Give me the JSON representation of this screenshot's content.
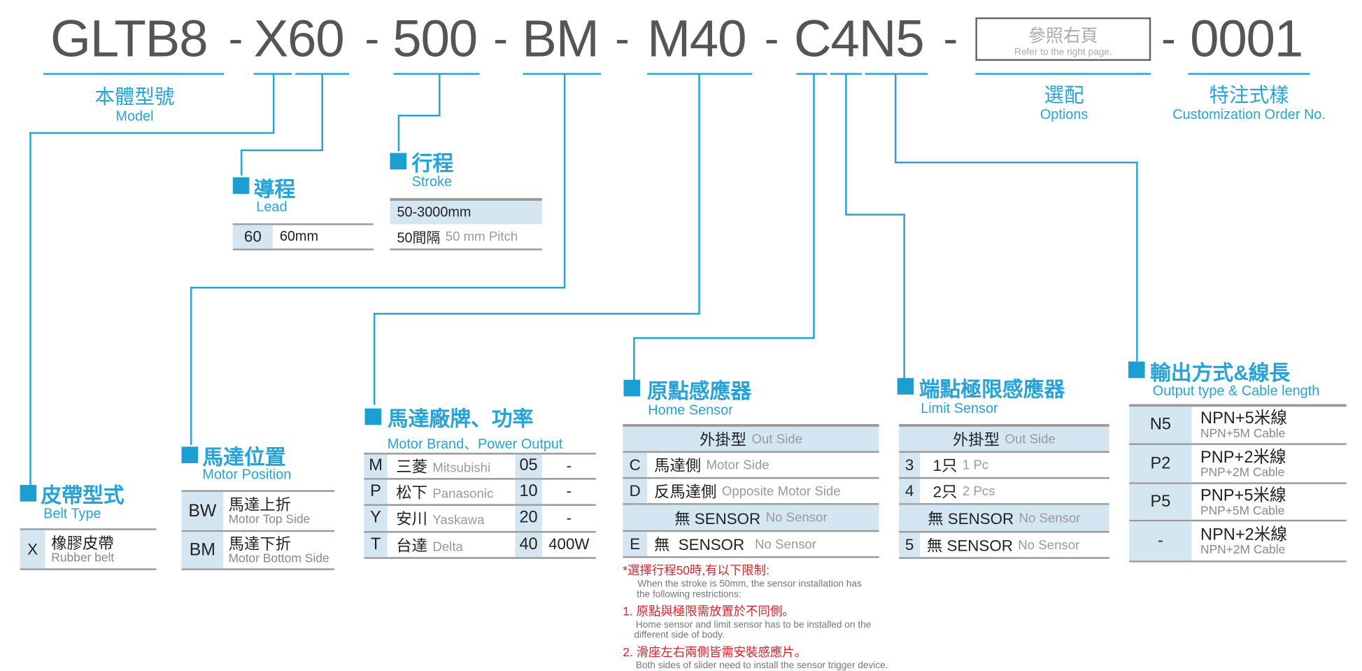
{
  "code": {
    "segments": [
      "GLTB8",
      "X60",
      "500",
      "BM",
      "M40",
      "C4N5",
      "0001"
    ],
    "separator": "-",
    "options_box": {
      "zh": "參照右頁",
      "en": "Refer to the right page."
    }
  },
  "labels": {
    "model": {
      "zh": "本體型號",
      "en": "Model"
    },
    "options": {
      "zh": "選配",
      "en": "Options"
    },
    "custom": {
      "zh": "特注式樣",
      "en": "Customization Order No."
    }
  },
  "lead": {
    "zh": "導程",
    "en": "Lead",
    "rows": [
      {
        "code": "60",
        "value": "60mm"
      }
    ]
  },
  "stroke": {
    "zh": "行程",
    "en": "Stroke",
    "range": "50-3000mm",
    "pitch_zh": "50間隔",
    "pitch_en": "50 mm Pitch"
  },
  "belt": {
    "zh": "皮帶型式",
    "en": "Belt Type",
    "rows": [
      {
        "code": "X",
        "zh": "橡膠皮帶",
        "en": "Rubber belt"
      }
    ]
  },
  "motor_position": {
    "zh": "馬達位置",
    "en": "Motor Position",
    "rows": [
      {
        "code": "BW",
        "zh": "馬達上折",
        "en": "Motor Top Side"
      },
      {
        "code": "BM",
        "zh": "馬達下折",
        "en": "Motor Bottom Side"
      }
    ]
  },
  "motor_brand": {
    "zh": "馬達廠牌、功率",
    "en": "Motor Brand、Power Output",
    "rows": [
      {
        "code": "M",
        "zh": "三菱",
        "en": "Mitsubishi",
        "pcode": "05",
        "power": "-"
      },
      {
        "code": "P",
        "zh": "松下",
        "en": "Panasonic",
        "pcode": "10",
        "power": "-"
      },
      {
        "code": "Y",
        "zh": "安川",
        "en": "Yaskawa",
        "pcode": "20",
        "power": "-"
      },
      {
        "code": "T",
        "zh": "台達",
        "en": "Delta",
        "pcode": "40",
        "power": "400W"
      }
    ]
  },
  "home_sensor": {
    "zh": "原點感應器",
    "en": "Home Sensor",
    "group1": {
      "zh": "外掛型",
      "en": "Out Side"
    },
    "rows": [
      {
        "code": "C",
        "zh": "馬達側",
        "en": "Motor Side"
      },
      {
        "code": "D",
        "zh": "反馬達側",
        "en": "Opposite Motor Side"
      }
    ],
    "group2": {
      "zh": "無 SENSOR",
      "en": "No Sensor"
    },
    "row_e": {
      "code": "E",
      "zh": "無  SENSOR",
      "en": "No Sensor"
    }
  },
  "limit_sensor": {
    "zh": "端點極限感應器",
    "en": "Limit Sensor",
    "group1": {
      "zh": "外掛型",
      "en": "Out Side"
    },
    "rows": [
      {
        "code": "3",
        "zh": "1只",
        "en": "1 Pc"
      },
      {
        "code": "4",
        "zh": "2只",
        "en": "2 Pcs"
      }
    ],
    "group2": {
      "zh": "無 SENSOR",
      "en": "No Sensor"
    },
    "row_5": {
      "code": "5",
      "zh": "無 SENSOR",
      "en": "No Sensor"
    }
  },
  "output": {
    "zh": "輸出方式&線長",
    "en": "Output type & Cable length",
    "rows": [
      {
        "code": "N5",
        "zh": "NPN+5米線",
        "en": "NPN+5M Cable"
      },
      {
        "code": "P2",
        "zh": "PNP+2米線",
        "en": "PNP+2M Cable"
      },
      {
        "code": "P5",
        "zh": "PNP+5米線",
        "en": "PNP+5M Cable"
      },
      {
        "code": "-",
        "zh": "NPN+2米線",
        "en": "NPN+2M Cable"
      }
    ]
  },
  "notes": {
    "title": "*選擇行程50時,有以下限制:",
    "title_en1": "When the stroke is 50mm, the sensor installation has",
    "title_en2": "the following restrictions:",
    "n1": "1. 原點與極限需放置於不同側。",
    "n1_en1": "Home sensor and limit sensor has to be installed on the",
    "n1_en2": "different side of body.",
    "n2": "2. 滑座左右兩側皆需安裝感應片。",
    "n2_en": "Both sides of slider need to install the sensor trigger device."
  },
  "colors": {
    "accent": "#29a3d6",
    "key_bg": "#d5e6f3",
    "note_red": "#d8232a"
  }
}
